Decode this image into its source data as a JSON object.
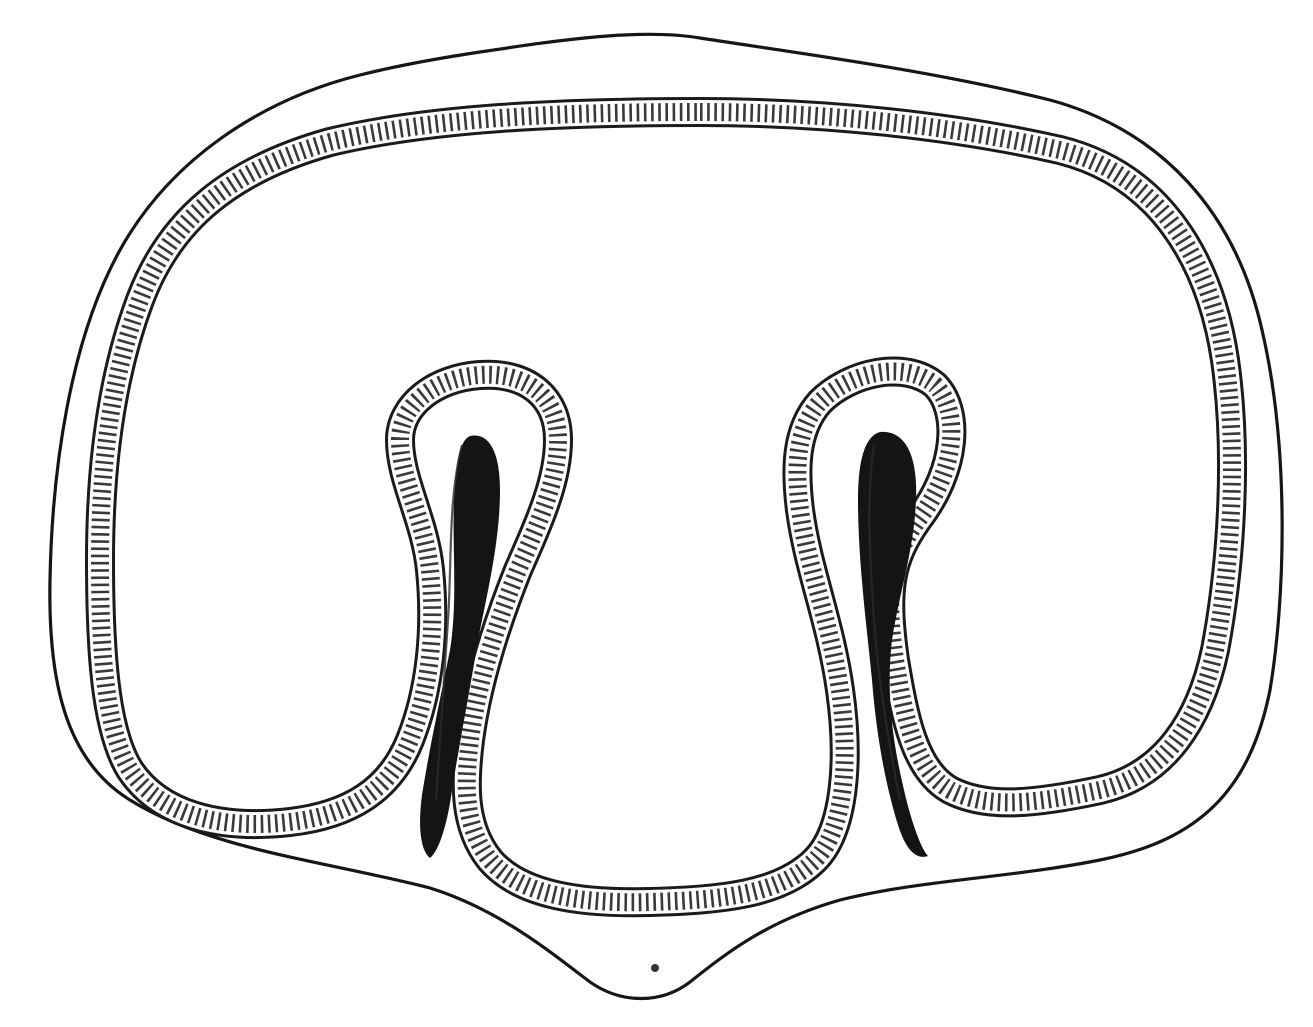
{
  "figure": {
    "description_visible_text": "",
    "parts": [
      {
        "name": "outer-ectoderm"
      },
      {
        "name": "epithelial-layer-with-folds"
      },
      {
        "name": "left-fold-dark-space"
      },
      {
        "name": "right-fold-dark-space"
      },
      {
        "name": "small-mark"
      }
    ]
  }
}
